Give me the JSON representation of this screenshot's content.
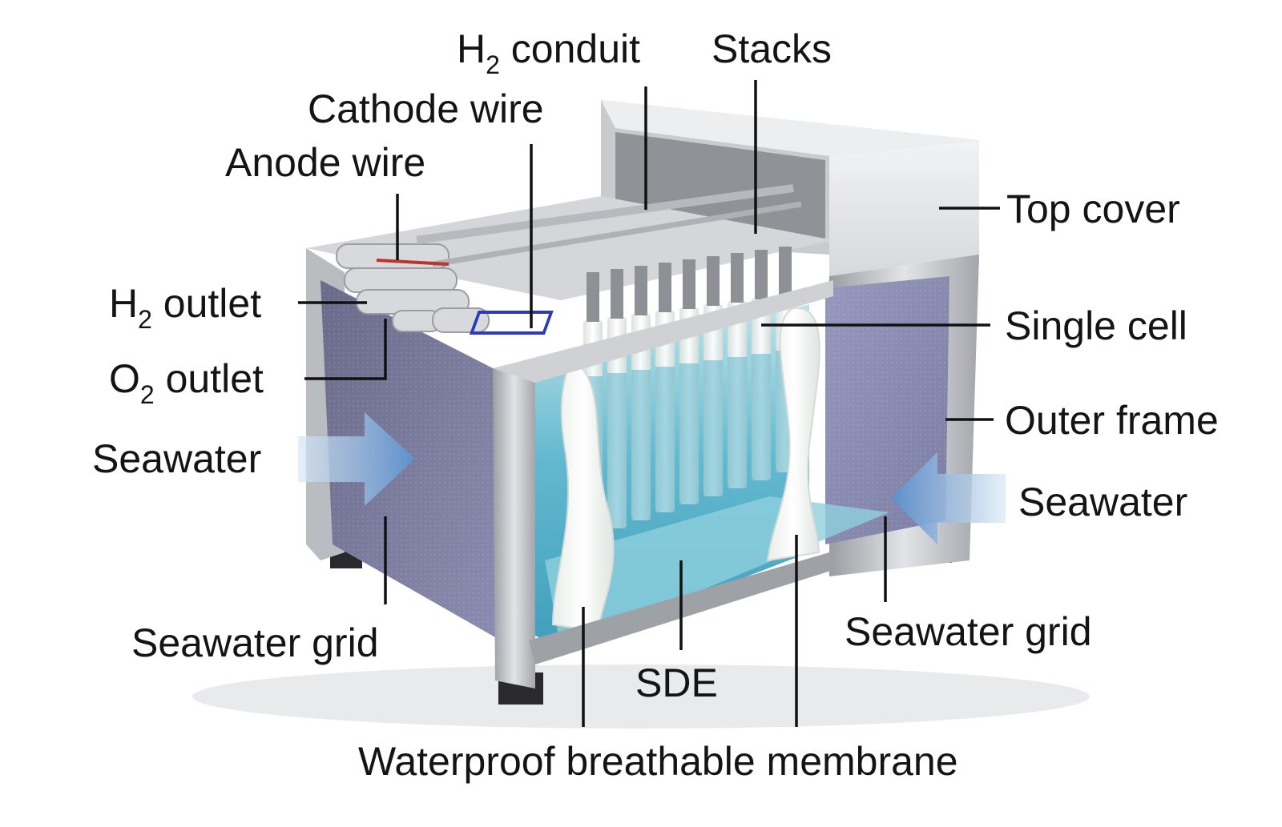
{
  "labels": {
    "h2_conduit": {
      "pre": "H",
      "sub": "2",
      "post": " conduit"
    },
    "stacks": "Stacks",
    "cathode_wire": "Cathode wire",
    "anode_wire": "Anode wire",
    "top_cover": "Top cover",
    "h2_outlet": {
      "pre": "H",
      "sub": "2",
      "post": " outlet"
    },
    "o2_outlet": {
      "pre": "O",
      "sub": "2",
      "post": " outlet"
    },
    "single_cell": "Single cell",
    "outer_frame": "Outer frame",
    "seawater_left": "Seawater",
    "seawater_right": "Seawater",
    "seawater_grid_left": "Seawater grid",
    "seawater_grid_right": "Seawater grid",
    "sde": "SDE",
    "membrane": "Waterproof breathable membrane"
  },
  "colors": {
    "frame": "#c8cacd",
    "frame_dark": "#8e9196",
    "grid": "#7a7ba0",
    "electrolyte": "#5bb8cf",
    "cell": "#eef2ec",
    "arrow": "#6f9fd0",
    "leader": "#111111"
  }
}
